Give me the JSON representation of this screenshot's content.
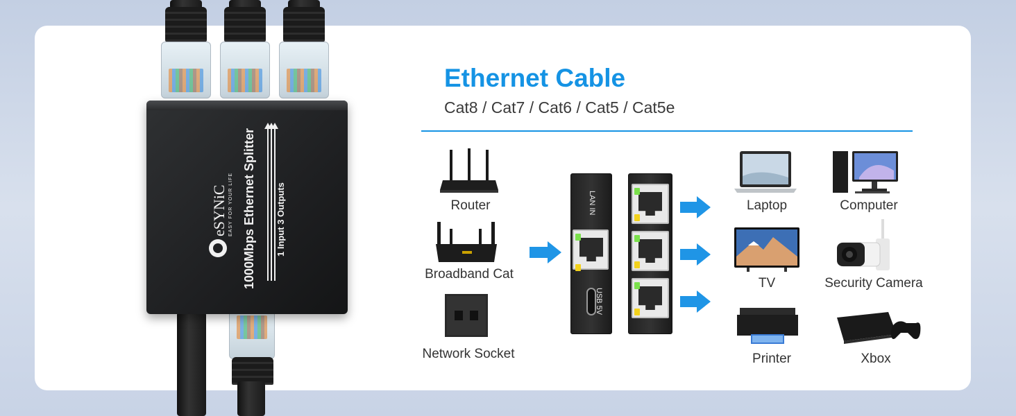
{
  "product": {
    "brand": "eSYNiC",
    "tagline": "EASY FOR YOUR LIFE",
    "model_text": "1000Mbps Ethernet Splitter",
    "io_text": "1 Input 3 Outputs"
  },
  "header": {
    "title": "Ethernet Cable",
    "subtitle": "Cat8 / Cat7 / Cat6 / Cat5 / Cat5e"
  },
  "sources": [
    {
      "label": "Router",
      "icon": "router-icon"
    },
    {
      "label": "Broadband Cat",
      "icon": "broadband-modem-icon"
    },
    {
      "label": "Network Socket",
      "icon": "network-socket-icon"
    }
  ],
  "splitter_labels": {
    "lan_in": "LAN IN",
    "usb": "USB 5V"
  },
  "outputs": [
    {
      "label": "Laptop",
      "icon": "laptop-icon"
    },
    {
      "label": "Computer",
      "icon": "desktop-computer-icon"
    },
    {
      "label": "TV",
      "icon": "tv-icon"
    },
    {
      "label": "Security Camera",
      "icon": "security-camera-icon"
    },
    {
      "label": "Printer",
      "icon": "printer-icon"
    },
    {
      "label": "Xbox",
      "icon": "game-console-icon"
    }
  ],
  "colors": {
    "accent": "#1593e4",
    "arrow": "#1f95e6",
    "led_green": "#7be04c",
    "led_yellow": "#f3d21c"
  }
}
